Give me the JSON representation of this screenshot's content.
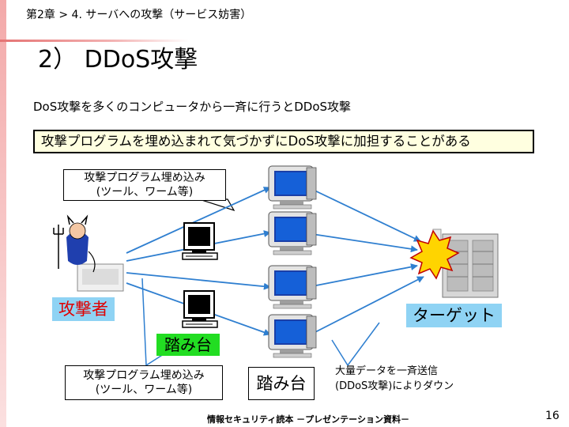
{
  "header": {
    "breadcrumb": "第2章 > 4. サーバへの攻撃（サービス妨害）",
    "title": "2） DDoS攻撃"
  },
  "intro": "DoS攻撃を多くのコンピュータから一斉に行うとDDoS攻撃",
  "banner": "攻撃プログラムを埋め込まれて気づかずにDoS攻撃に加担することがある",
  "callout_top": {
    "line1": "攻撃プログラム埋め込み",
    "line2": "(ツール、ワーム等)"
  },
  "callout_bottom": {
    "line1": "攻撃プログラム埋め込み",
    "line2": "(ツール、ワーム等)"
  },
  "attacker_label": "攻撃者",
  "target_label": "ターゲット",
  "stepping_label": "踏み台",
  "stepping_box_label": "踏み台",
  "callout_right": {
    "line1": "大量データを一斉送信",
    "line2": "(DDoS攻撃)によりダウン"
  },
  "footer": "情報セキュリティ読本 －プレゼンテーション資料－",
  "page_number": "16",
  "colors": {
    "banner_fill": "#ffffe0",
    "arrow": "#2f7fd0",
    "attacker_label": "#e00000",
    "stepping_fill": "#22dd22",
    "burst": "#ffd400"
  }
}
